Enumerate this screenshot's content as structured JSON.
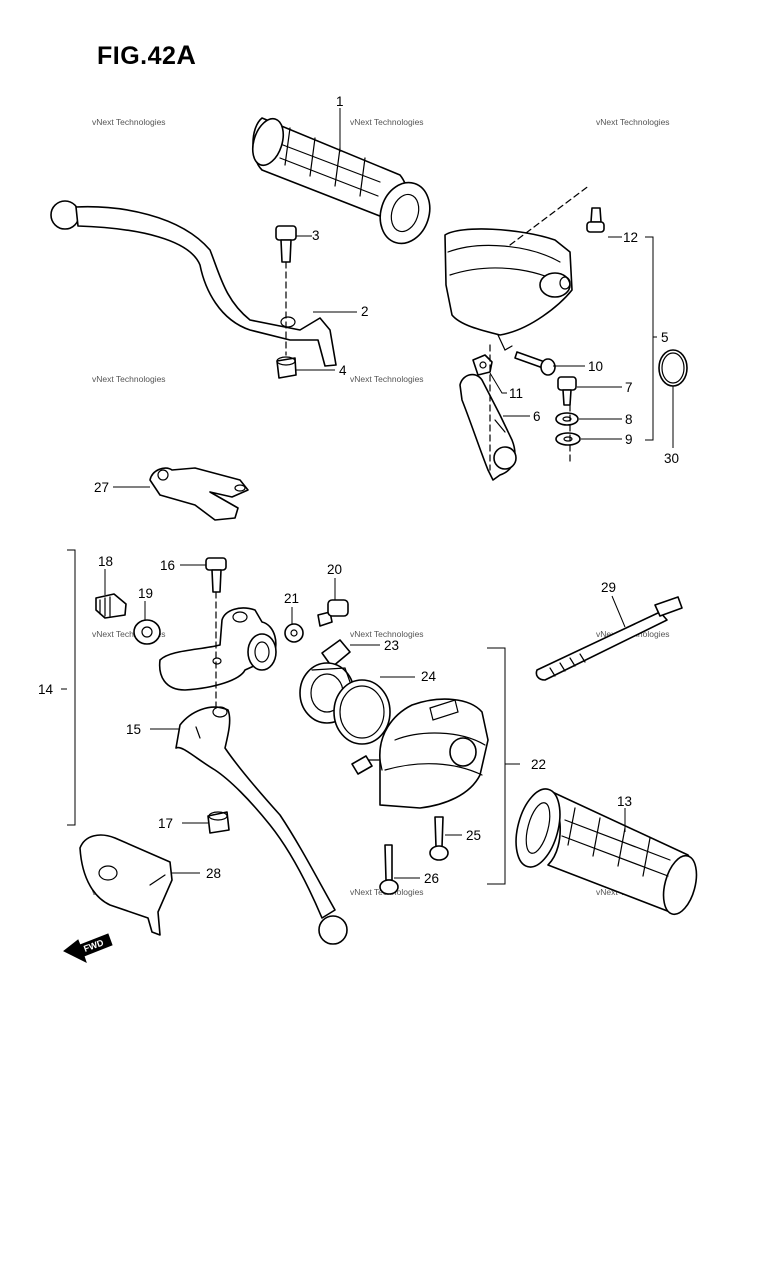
{
  "figure": {
    "title_main": "FIG.42",
    "title_suffix": "A"
  },
  "watermark": "vNext Technologies",
  "fwd_label": "FWD",
  "callouts": {
    "c1": "1",
    "c2": "2",
    "c3": "3",
    "c4": "4",
    "c5": "5",
    "c6": "6",
    "c7": "7",
    "c8": "8",
    "c9": "9",
    "c10": "10",
    "c11": "11",
    "c12": "12",
    "c13": "13",
    "c14": "14",
    "c15": "15",
    "c16": "16",
    "c17": "17",
    "c18": "18",
    "c19": "19",
    "c20": "20",
    "c21": "21",
    "c22": "22",
    "c23": "23",
    "c24": "24",
    "c25": "25",
    "c26": "26",
    "c27": "27",
    "c28": "28",
    "c29": "29",
    "c30": "30"
  }
}
